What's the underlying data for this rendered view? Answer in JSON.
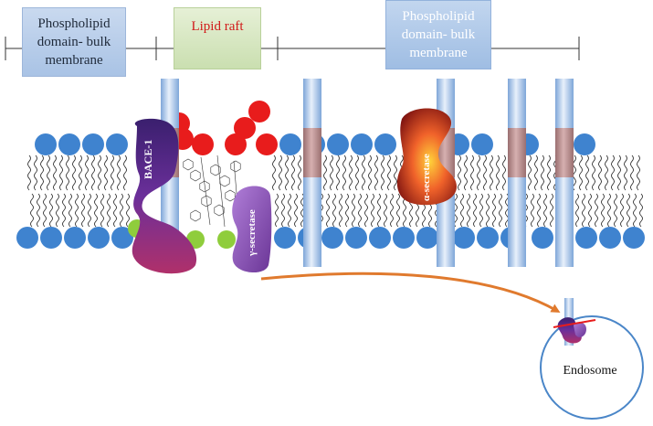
{
  "labels": {
    "phospholipid_left": "Phospholipid domain- bulk membrane",
    "lipid_raft": "Lipid raft",
    "phospholipid_right": "Phospholipid domain- bulk membrane",
    "bace1": "BACE-1",
    "gamma_secretase": "γ-secretase",
    "alpha_secretase": "α-secretase",
    "endosome": "Endosome"
  },
  "colors": {
    "head_blue": "#3f83cf",
    "head_red": "#e81c1c",
    "head_green": "#8fcd3c",
    "tm_helix": "#9ebde3",
    "tm_band": "#b48a8a",
    "arrow": "#e07a2e",
    "bace1": "#5a2a85",
    "gamma": "#8d55b8",
    "alpha": "#e0402a"
  },
  "icons": {
    "arrow": "curved-arrow-icon",
    "endosome": "circle-vesicle-icon"
  }
}
